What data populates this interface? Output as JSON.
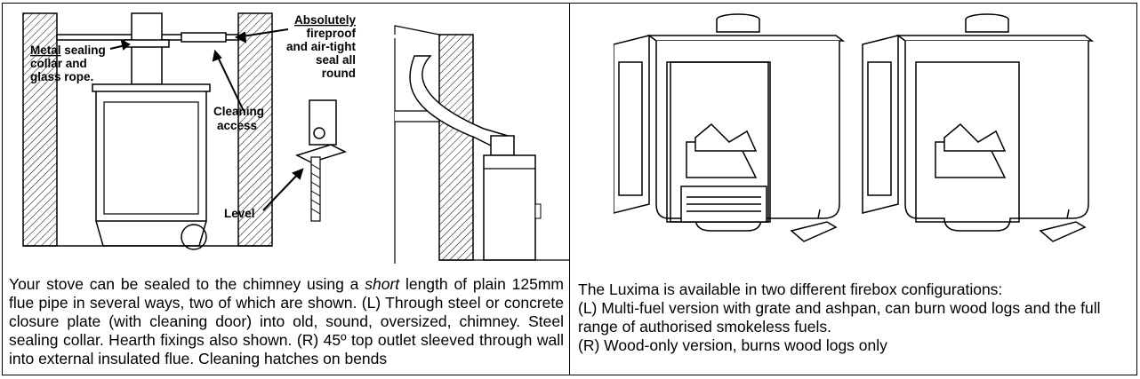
{
  "left_figure": {
    "labels": {
      "metal": "Metal",
      "sealing_collar_1": "sealing",
      "sealing_collar_2": "collar and",
      "sealing_collar_3": "glass rope.",
      "absolutely": "Absolutely",
      "fireproof_1": "fireproof",
      "fireproof_2": "and air-tight",
      "fireproof_3": "seal all",
      "fireproof_4": "round",
      "cleaning_1": "Cleaning",
      "cleaning_2": "access",
      "level": "Level"
    },
    "caption_pre": "Your stove can be sealed to the chimney using a ",
    "caption_em": "short",
    "caption_post": " length of plain 125mm flue pipe in several ways, two of which are shown. (L) Through steel or concrete closure plate (with cleaning door) into old, sound, oversized, chimney. Steel sealing collar. Hearth fixings also shown. (R) 45º top outlet sleeved through wall into external insulated flue. Cleaning hatches on bends"
  },
  "right_figure": {
    "caption_line1": "The Luxima is available in two different firebox configurations:",
    "caption_line2": "(L) Multi-fuel version with grate and ashpan, can burn wood logs and the full range of authorised smokeless fuels.",
    "caption_line3": "(R) Wood-only version, burns wood logs only"
  }
}
